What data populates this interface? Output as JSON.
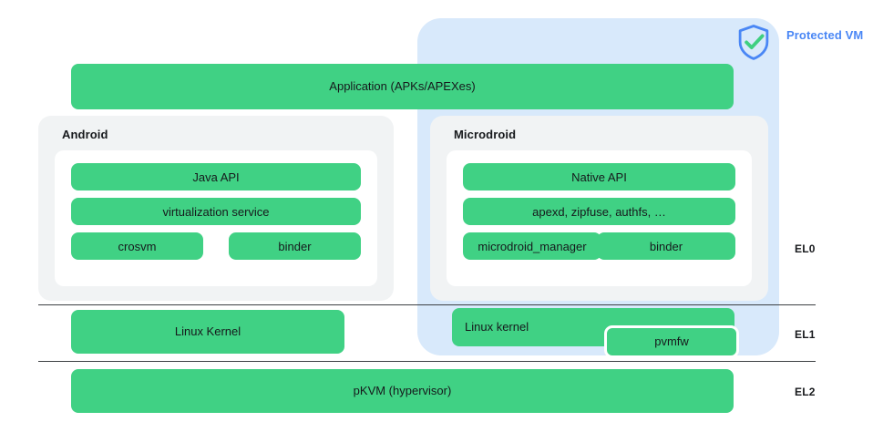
{
  "diagram": {
    "title": "Android Virtualization / Protected VM architecture",
    "colors": {
      "green_box": "#40d184",
      "protected_vm_blue": "#d8e9fb",
      "accent_blue": "#4a87f5",
      "panel_gray": "#f1f3f4",
      "inner_white": "#ffffff",
      "text_dark": "#17191c",
      "divider": "#3c4043"
    }
  },
  "protected_vm": {
    "label": "Protected VM",
    "icon": "shield-check-icon"
  },
  "application": {
    "label": "Application (APKs/APEXes)"
  },
  "android": {
    "title": "Android",
    "rows": [
      {
        "label": "Java API"
      },
      {
        "label": "virtualization service"
      },
      {
        "label": "crosvm"
      },
      {
        "label": "binder"
      }
    ]
  },
  "microdroid": {
    "title": "Microdroid",
    "rows": [
      {
        "label": "Native API"
      },
      {
        "label": "apexd, zipfuse, authfs, …"
      },
      {
        "label": "microdroid_manager"
      },
      {
        "label": "binder"
      }
    ]
  },
  "kernel_row": {
    "android_kernel": "Linux Kernel",
    "microdroid_kernel": "Linux kernel",
    "pvmfw": "pvmfw"
  },
  "hypervisor_row": {
    "label": "pKVM (hypervisor)"
  },
  "exception_levels": {
    "el0": "EL0",
    "el1": "EL1",
    "el2": "EL2"
  }
}
